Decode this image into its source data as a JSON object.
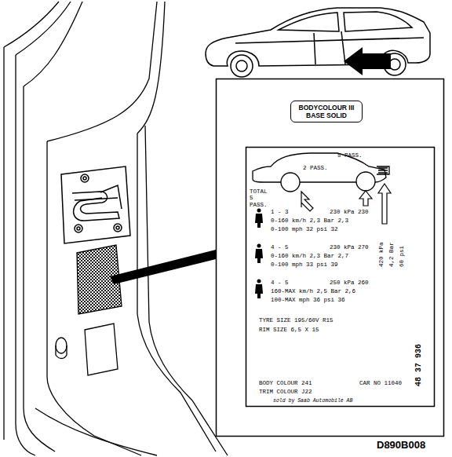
{
  "diagram": {
    "nodes": [
      {
        "text": [
          "BODYCOLOUR III BASE SOLID"
        ]
      }
    ],
    "labels": [
      "5 PASS.",
      "2 PASS.",
      "TOTAL 5 PASS.",
      "1 - 3",
      "230 kPa 230",
      "0-160 km/h 2,3 Bar 2,3",
      "0-100 mph 32 psi 32",
      "4 - 5",
      "230 kPa 270",
      "0-160 km/h 2,3 Bar 2,7",
      "0-100 mph 33 psi 39",
      "4 - 5",
      "250 kPa 260",
      "160-MAX km/h 2,5 Bar 2,6",
      "100-MAX mph 36 psi 36",
      "420 kPa",
      "4,2 Bar",
      "60 psi",
      "TYRE SIZE 195/60V R15",
      "RIM SIZE 6,5 X 15",
      "48 37 936",
      "BODY COLOUR 241",
      "CAR NO 11040",
      "TRIM COLOUR J22",
      "sold by Saab Automobile AB",
      "D890B008"
    ]
  }
}
